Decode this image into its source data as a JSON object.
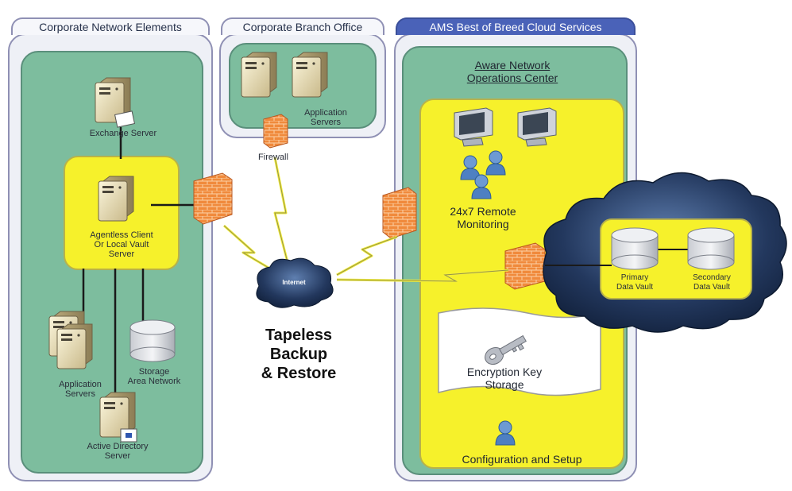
{
  "sections": {
    "corporate": "Corporate Network Elements",
    "branch": "Corporate Branch Office",
    "ams": "AMS Best of Breed Cloud Services"
  },
  "labels": {
    "exchange_server": "Exchange Server",
    "agentless_line1": "Agentless Client",
    "agentless_line2": "Or Local Vault",
    "agentless_line3": "Server",
    "app_servers_corp_line1": "Application",
    "app_servers_corp_line2": "Servers",
    "storage_line1": "Storage",
    "storage_line2": "Area Network",
    "active_dir_line1": "Active Directory",
    "active_dir_line2": "Server",
    "branch_app_line1": "Application",
    "branch_app_line2": "Servers",
    "firewall": "Firewall",
    "internet": "Internet",
    "aware_line1": "Aware Network",
    "aware_line2": "Operations Center",
    "monitoring_line1": "24x7 Remote",
    "monitoring_line2": "Monitoring",
    "encryption_line1": "Encryption Key",
    "encryption_line2": "Storage",
    "config": "Configuration and Setup",
    "primary_line1": "Primary",
    "primary_line2": "Data Vault",
    "secondary_line1": "Secondary",
    "secondary_line2": "Data Vault",
    "tapeless_line1": "Tapeless",
    "tapeless_line2": "Backup",
    "tapeless_line3": "& Restore"
  },
  "colors": {
    "panel_border": "#8f90b4",
    "green_zone": "#7dbd9e",
    "yellow_zone": "#f6f12b",
    "ams_tab": "#4a62b8",
    "firewall": "#f08a3c",
    "cloud": "#1c2f52"
  }
}
